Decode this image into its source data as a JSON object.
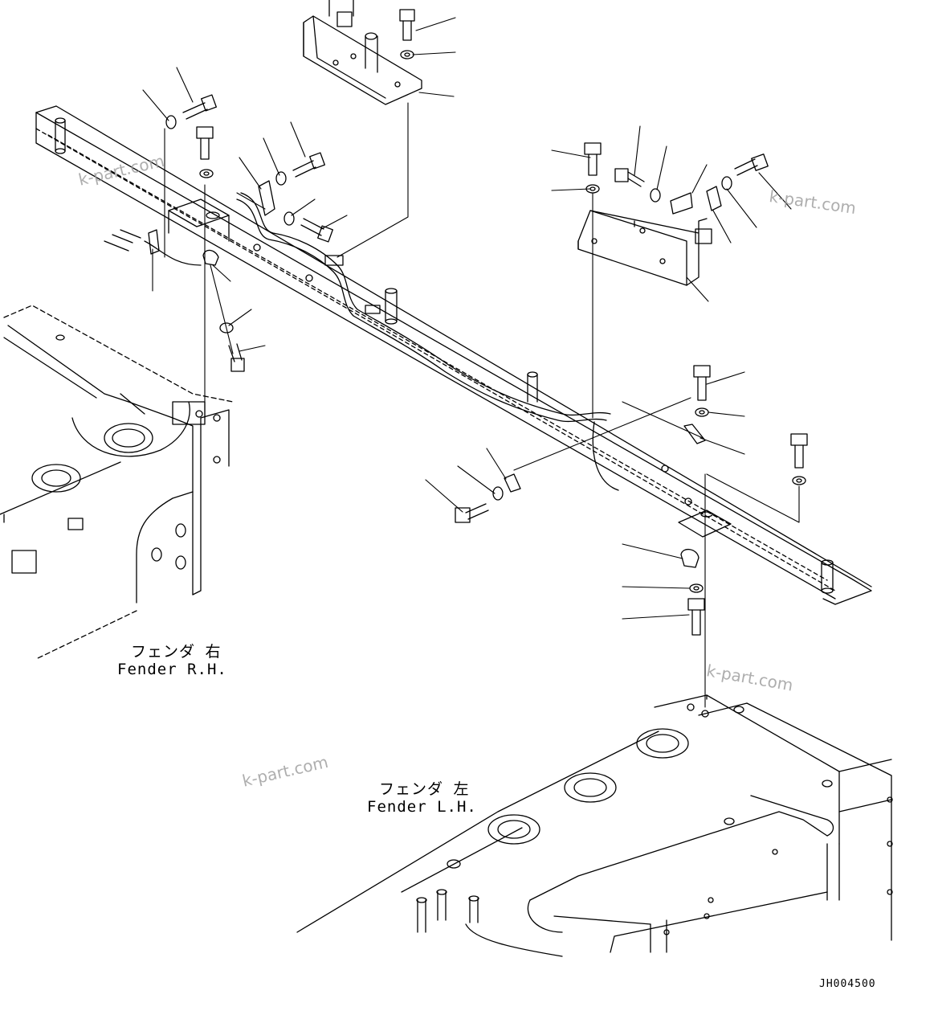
{
  "labels": {
    "fender_rh_jp": "フェンダ 右",
    "fender_rh_en": "Fender R.H.",
    "fender_lh_jp": "フェンダ 左",
    "fender_lh_en": "Fender L.H."
  },
  "drawing_code": "JH004500",
  "watermark": "k-part.com",
  "colors": {
    "line": "#000000",
    "watermark": "#9a9a9a",
    "background": "#ffffff"
  }
}
